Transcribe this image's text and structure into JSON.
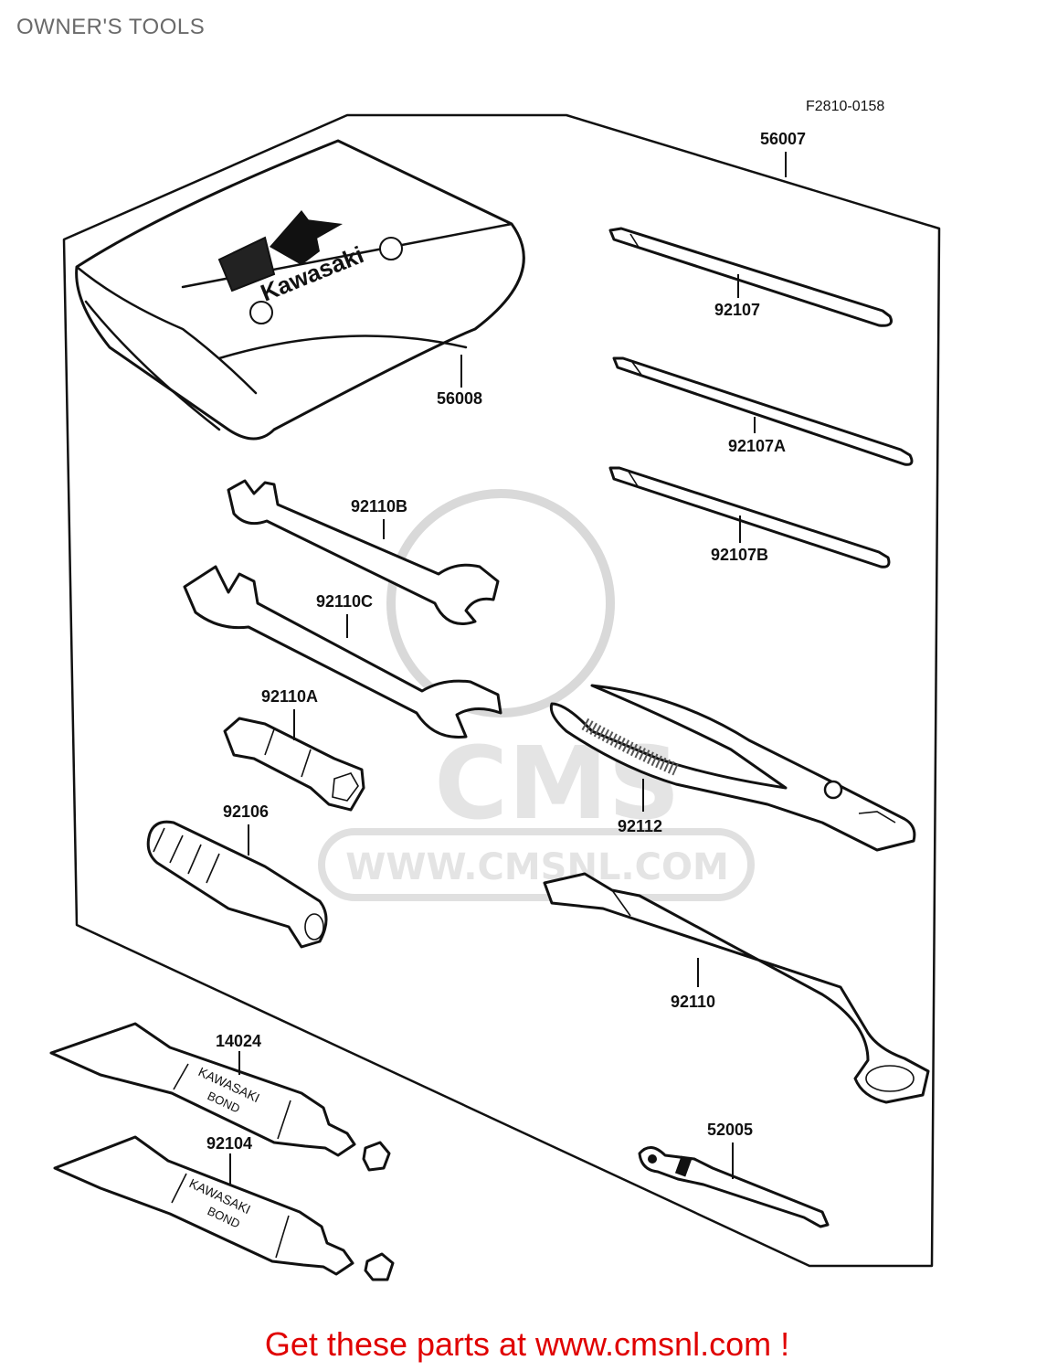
{
  "header": {
    "title": "OWNER'S TOOLS"
  },
  "diagram": {
    "ref_code": "F2810-0158",
    "parts": {
      "toolkit_bag": "56007",
      "tool_case": "56008",
      "driver_1": "92107",
      "driver_2": "92107A",
      "driver_3": "92107B",
      "wrench_small": "92110B",
      "wrench_large": "92110C",
      "plug_wrench": "92110A",
      "handle": "92106",
      "pliers": "92112",
      "ring_wrench": "92110",
      "bond_tube_1": "14024",
      "bond_tube_2": "92104",
      "driver_4": "52005"
    },
    "brand_logo": "Kawasaki",
    "tube_print_1": "KAWASAKI",
    "tube_print_2": "BOND",
    "watermark": {
      "brand": "CMS",
      "url": "WWW.CMSNL.COM"
    }
  },
  "footer": {
    "text": "Get these parts at www.cmsnl.com !"
  }
}
